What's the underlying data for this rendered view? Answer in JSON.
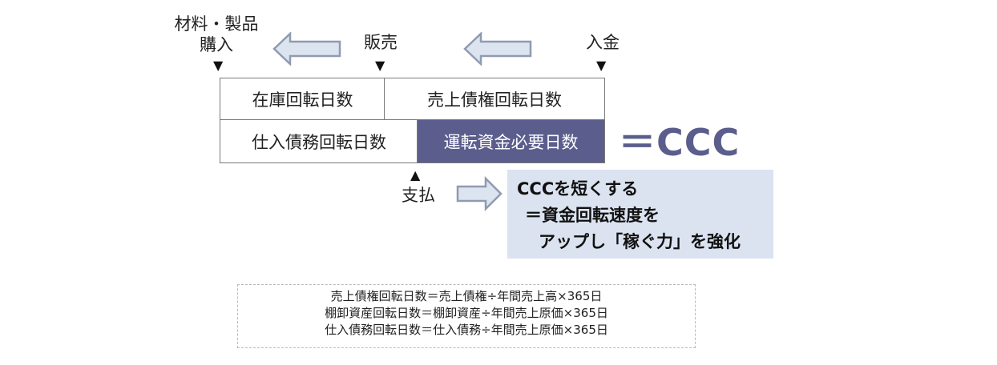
{
  "top_labels": {
    "purchase_line1": "材料・製品",
    "purchase_line2": "購入",
    "sales": "販売",
    "receipt": "入金",
    "payment": "支払"
  },
  "markers": {
    "down": "▼",
    "up": "▲"
  },
  "table": {
    "inventory_days": "在庫回転日数",
    "receivables_days": "売上債権回転日数",
    "payables_days": "仕入債務回転日数",
    "working_capital_days": "運転資金必要日数"
  },
  "ccc_equation": "＝CCC",
  "callout": {
    "line1": "CCCを短くする",
    "line2": "＝資金回転速度を",
    "line3": "アップし「稼ぐ力」を強化"
  },
  "formulas": [
    "売上債権回転日数＝売上債権÷年間売上高×365日",
    "棚卸資産回転日数＝棚卸資産÷年間売上原価×365日",
    "仕入債務回転日数＝仕入債務÷年間売上原価×365日"
  ],
  "colors": {
    "accent": "#5b5e8c",
    "arrow_fill": "#dce4f0",
    "arrow_stroke": "#8f9baf",
    "callout_bg": "#dbe3f1"
  }
}
